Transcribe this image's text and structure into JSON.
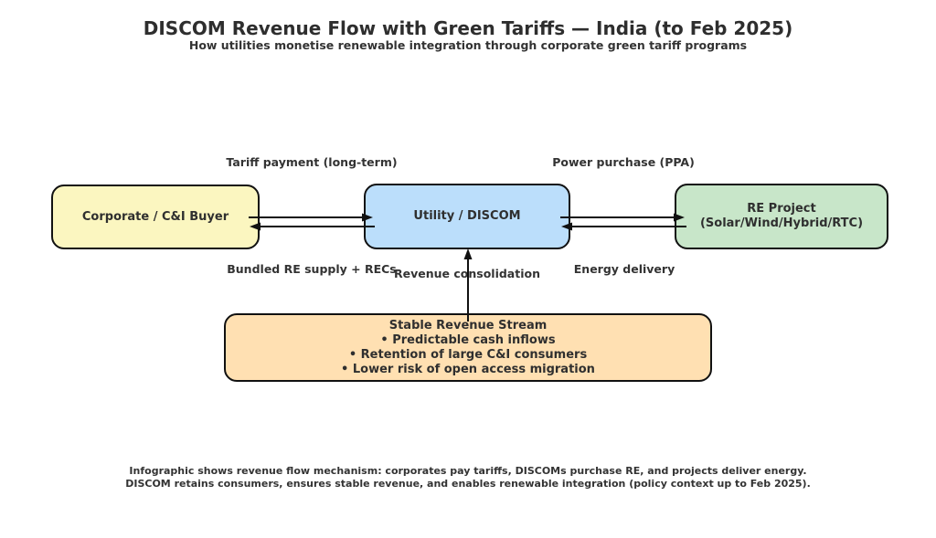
{
  "header": {
    "title": "DISCOM Revenue Flow with Green Tariffs — India (to Feb 2025)",
    "subtitle": "How utilities monetise renewable integration through corporate green tariff programs"
  },
  "nodes": {
    "corporate": {
      "label": "Corporate / C&I Buyer",
      "fill": "#fbf6c0"
    },
    "discom": {
      "label": "Utility / DISCOM",
      "fill": "#bbdefb"
    },
    "re_project": {
      "label_line1": "RE Project",
      "label_line2": "(Solar/Wind/Hybrid/RTC)",
      "fill": "#c8e6c9"
    },
    "revenue_stream": {
      "title": "Stable Revenue Stream",
      "bullets": [
        "• Predictable cash inflows",
        "• Retention of large C&I consumers",
        "• Lower risk of open access migration"
      ],
      "fill": "#ffe0b2"
    }
  },
  "flow_labels": {
    "tariff_payment": "Tariff payment (long-term)",
    "power_purchase": "Power purchase (PPA)",
    "bundled_supply": "Bundled RE supply + RECs",
    "energy_delivery": "Energy delivery",
    "revenue_consolidation": "Revenue consolidation"
  },
  "footer": {
    "line1": "Infographic shows revenue flow mechanism: corporates pay tariffs, DISCOMs purchase RE, and projects deliver energy.",
    "line2": "DISCOM retains consumers, ensures stable revenue, and enables renewable integration (policy context up to Feb 2025)."
  },
  "colors": {
    "text": "#333333",
    "border": "#111111",
    "arrow": "#111111",
    "background": "#ffffff"
  }
}
